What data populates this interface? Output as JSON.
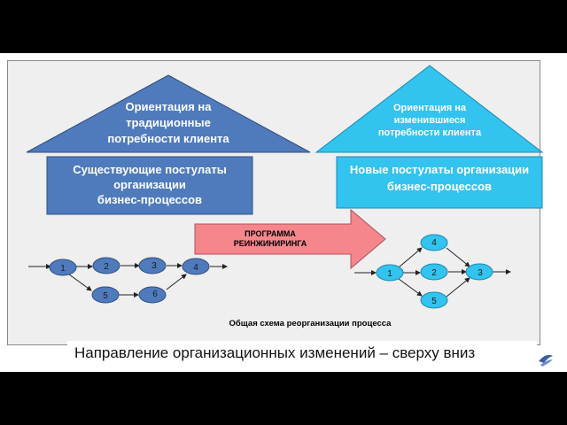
{
  "left_block": {
    "triangle_lines": [
      "Ориентация на",
      "традиционные",
      "потребности клиента"
    ],
    "box_lines": [
      "Существующие постулаты",
      "организации",
      "бизнес-процессов"
    ]
  },
  "right_block": {
    "triangle_lines": [
      "Ориентация на",
      "изменившиеся",
      "потребности клиента"
    ],
    "box_lines": [
      "Новые постулаты организации",
      "бизнес-процессов"
    ]
  },
  "arrow": {
    "lines": [
      "ПРОГРАММА",
      "РЕИНЖИНИРИНГА"
    ]
  },
  "left_network": {
    "nodes": [
      "1",
      "2",
      "3",
      "4",
      "5",
      "6"
    ]
  },
  "right_network": {
    "nodes": [
      "1",
      "2",
      "3",
      "4",
      "5"
    ]
  },
  "diagram_caption": "Общая схема реорганизации процесса",
  "footer_caption": "Направление организационных изменений – сверху вниз",
  "colors": {
    "left_fill": "#4f7bbd",
    "right_fill": "#33c3ef",
    "node_fill": "#4f7bbd",
    "right_node_fill": "#33c3ef",
    "arrow_fill": "#f4868c"
  }
}
